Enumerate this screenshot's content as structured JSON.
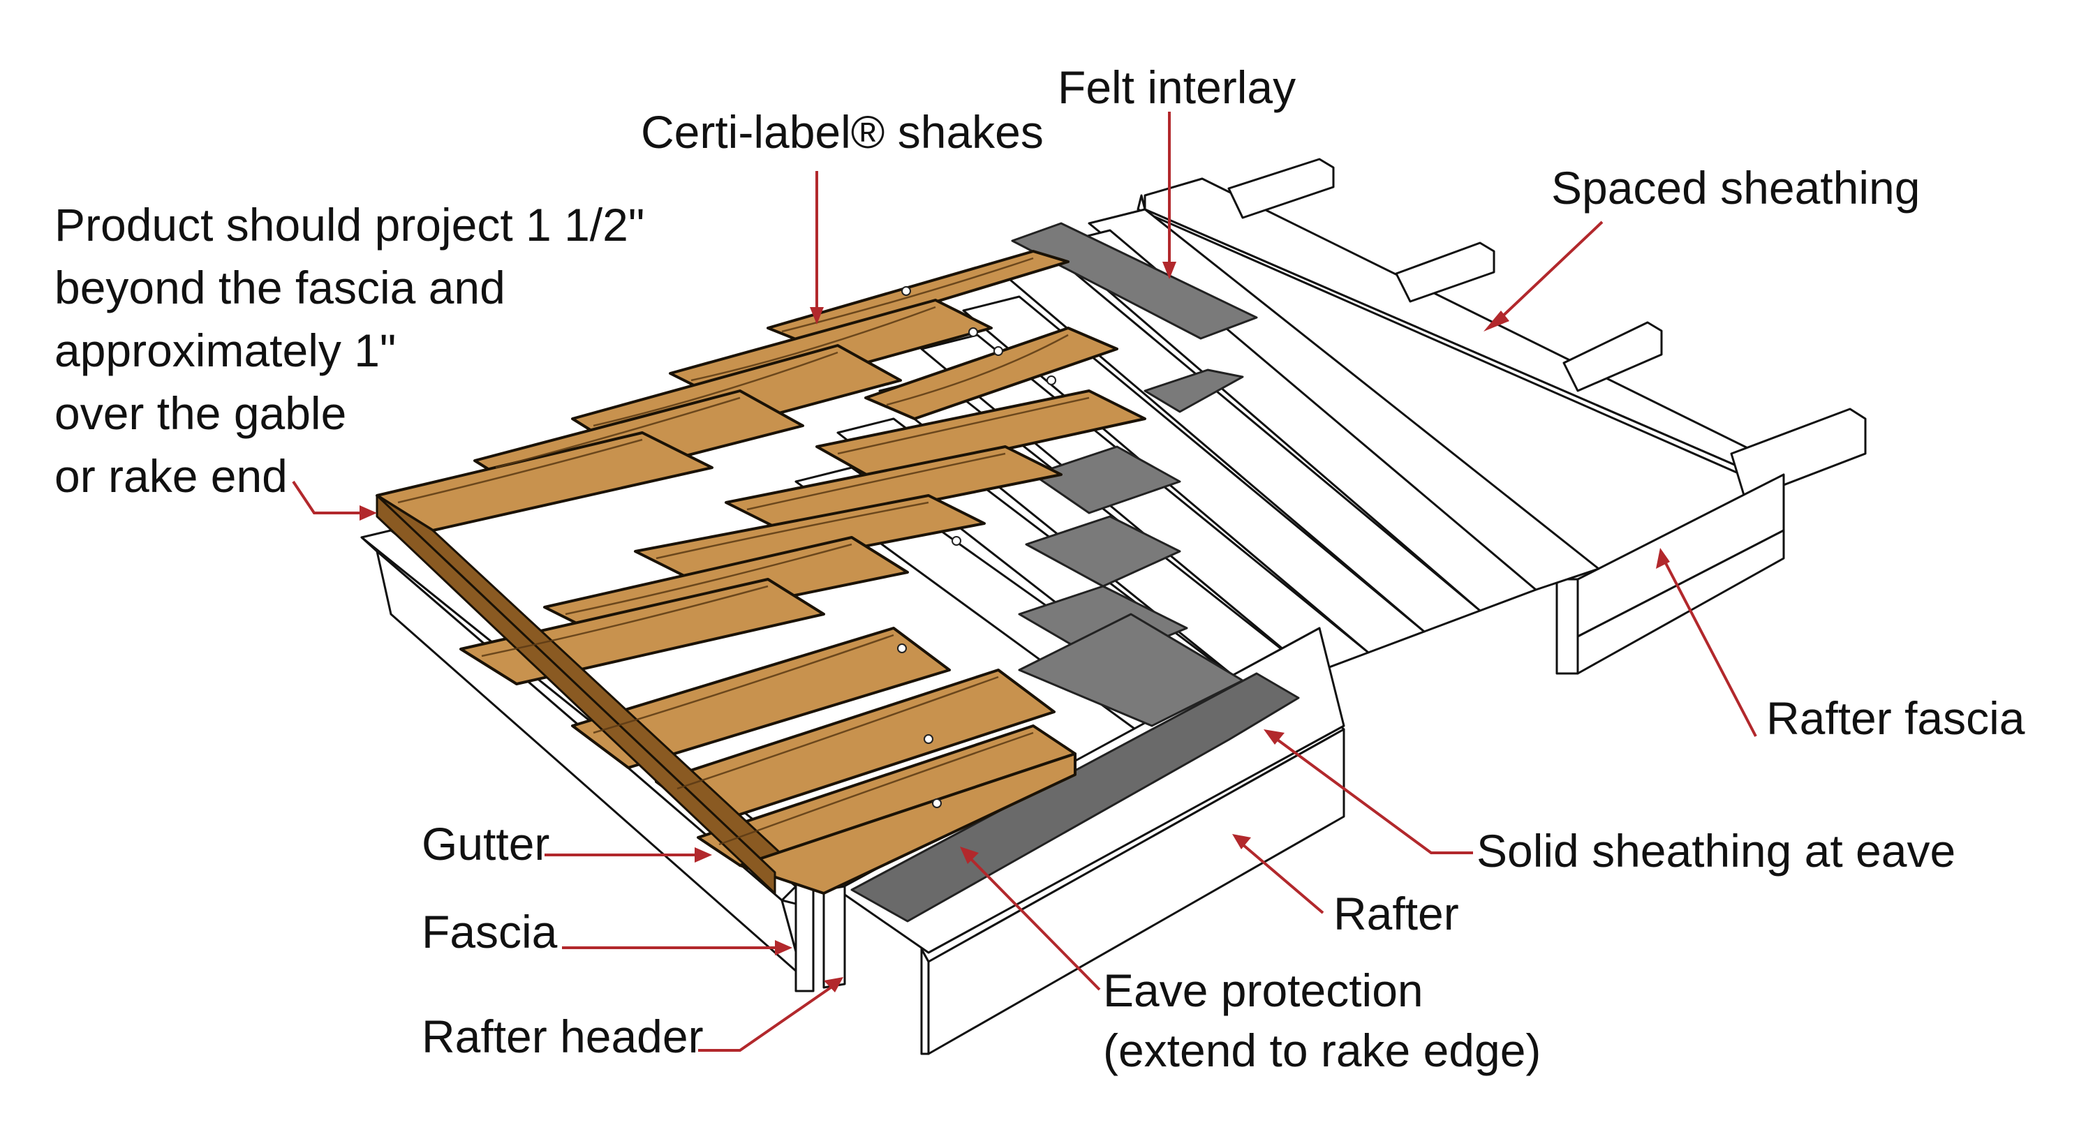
{
  "diagram": {
    "labels": {
      "felt_interlay": "Felt interlay",
      "certi_label_shakes": "Certi-label® shakes",
      "spaced_sheathing": "Spaced sheathing",
      "product_note": [
        "Product should project 1 1/2\"",
        "beyond the fascia and",
        "approximately 1\"",
        "over the gable",
        "or rake end"
      ],
      "rafter_fascia": "Rafter fascia",
      "gutter": "Gutter",
      "fascia": "Fascia",
      "rafter_header": "Rafter header",
      "solid_sheathing": "Solid sheathing at eave",
      "rafter": "Rafter",
      "eave_protection": [
        "Eave protection",
        "(extend to rake edge)"
      ]
    },
    "colors": {
      "leader": "#b2282c",
      "shake": "#c8924e",
      "felt": "#7a7a7a"
    }
  }
}
